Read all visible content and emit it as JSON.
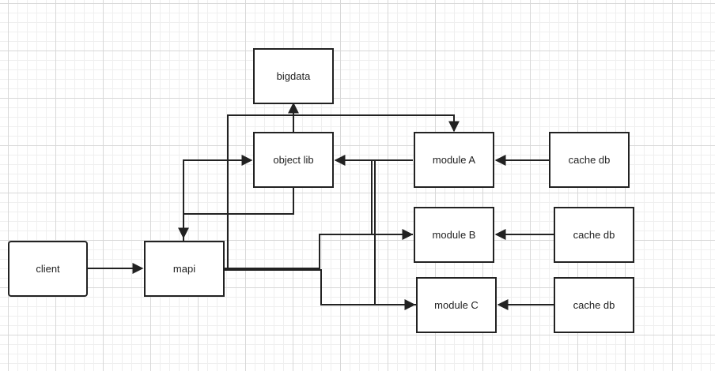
{
  "diagram": {
    "nodes": {
      "bigdata": "bigdata",
      "object_lib": "object lib",
      "module_a": "module A",
      "module_b": "module B",
      "module_c": "module C",
      "cache_db_a": "cache db",
      "cache_db_b": "cache db",
      "cache_db_c": "cache db",
      "client": "client",
      "mapi": "mapi"
    },
    "line_color": "#222222",
    "grid_color": "#d8d8d8"
  }
}
